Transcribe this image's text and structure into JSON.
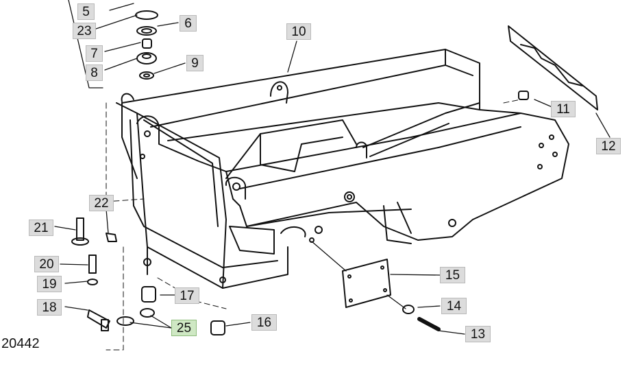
{
  "figure_number": "20442",
  "selected_part": "25",
  "highlight_color": "#cfe8c4",
  "callouts": [
    {
      "id": "p5",
      "label": "5"
    },
    {
      "id": "p23",
      "label": "23"
    },
    {
      "id": "p6",
      "label": "6"
    },
    {
      "id": "p7",
      "label": "7"
    },
    {
      "id": "p8",
      "label": "8"
    },
    {
      "id": "p9",
      "label": "9"
    },
    {
      "id": "p10",
      "label": "10"
    },
    {
      "id": "p11",
      "label": "11"
    },
    {
      "id": "p12",
      "label": "12"
    },
    {
      "id": "p22",
      "label": "22"
    },
    {
      "id": "p21",
      "label": "21"
    },
    {
      "id": "p20",
      "label": "20"
    },
    {
      "id": "p19",
      "label": "19"
    },
    {
      "id": "p18",
      "label": "18"
    },
    {
      "id": "p17",
      "label": "17"
    },
    {
      "id": "p25",
      "label": "25"
    },
    {
      "id": "p16",
      "label": "16"
    },
    {
      "id": "p15",
      "label": "15"
    },
    {
      "id": "p14",
      "label": "14"
    },
    {
      "id": "p13",
      "label": "13"
    }
  ]
}
